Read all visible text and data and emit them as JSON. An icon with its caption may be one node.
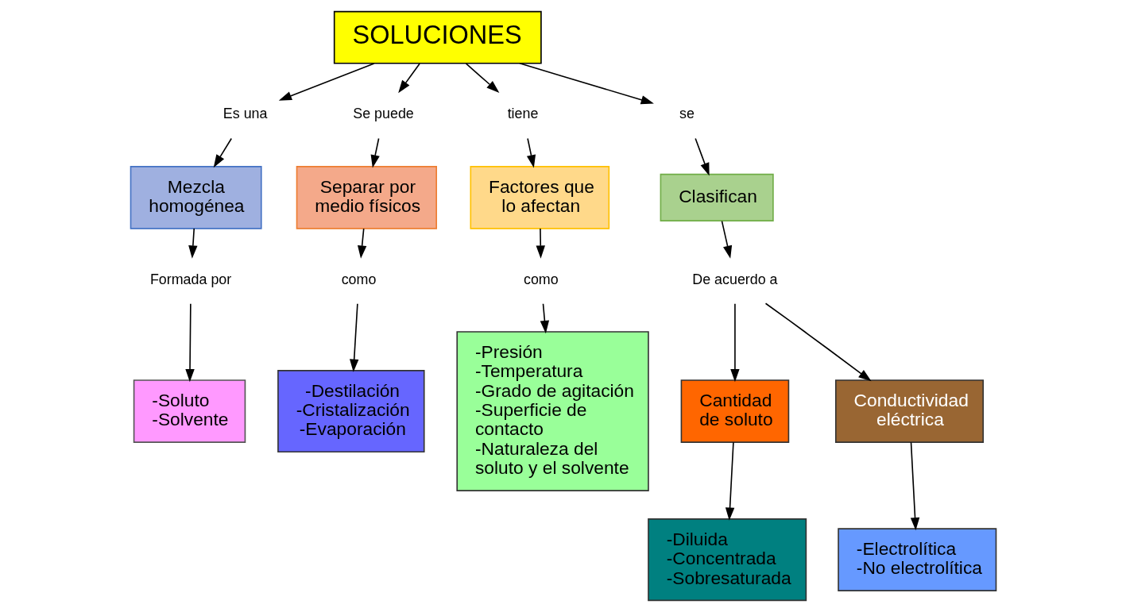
{
  "diagram": {
    "nodes": [
      {
        "text": [
          "SOLUCIONES"
        ]
      },
      {
        "text": [
          "Es una"
        ]
      },
      {
        "text": [
          "Mezcla homogénea"
        ]
      },
      {
        "text": [
          "Formada por"
        ]
      },
      {
        "text": [
          "-Soluto",
          "-Solvente"
        ]
      },
      {
        "text": [
          "Se puede"
        ]
      },
      {
        "text": [
          "Separar por medio físicos"
        ]
      },
      {
        "text": [
          "como"
        ]
      },
      {
        "text": [
          "-Destilación",
          "-Cristalización",
          "-Evaporación"
        ]
      },
      {
        "text": [
          "tiene"
        ]
      },
      {
        "text": [
          "Factores que lo afectan"
        ]
      },
      {
        "text": [
          "como"
        ]
      },
      {
        "text": [
          "-Presión",
          "-Temperatura",
          "-Grado de agitación",
          "-Superficie de contacto",
          "-Naturaleza del soluto y el solvente"
        ]
      },
      {
        "text": [
          "se"
        ]
      },
      {
        "text": [
          "Clasifican"
        ]
      },
      {
        "text": [
          "De acuerdo a"
        ]
      },
      {
        "text": [
          "Cantidad de soluto"
        ]
      },
      {
        "text": [
          "Conductividad eléctrica"
        ]
      },
      {
        "text": [
          "-Diluida",
          "-Concentrada",
          "-Sobresaturada"
        ]
      },
      {
        "text": [
          "-Electrolítica",
          "-No electrolítica"
        ]
      }
    ],
    "edges": [
      {
        "from": 0,
        "to": 1,
        "arrow": "to"
      },
      {
        "from": 0,
        "to": 5,
        "arrow": "to"
      },
      {
        "from": 0,
        "to": 9,
        "arrow": "to"
      },
      {
        "from": 0,
        "to": 13,
        "arrow": "to"
      },
      {
        "from": 1,
        "to": 2,
        "arrow": "to"
      },
      {
        "from": 2,
        "to": 3,
        "arrow": "to"
      },
      {
        "from": 3,
        "to": 4,
        "arrow": "to"
      },
      {
        "from": 5,
        "to": 6,
        "arrow": "to"
      },
      {
        "from": 6,
        "to": 7,
        "arrow": "to"
      },
      {
        "from": 7,
        "to": 8,
        "arrow": "to"
      },
      {
        "from": 9,
        "to": 10,
        "arrow": "to"
      },
      {
        "from": 10,
        "to": 11,
        "arrow": "to"
      },
      {
        "from": 11,
        "to": 12,
        "arrow": "to"
      },
      {
        "from": 13,
        "to": 14,
        "arrow": "to"
      },
      {
        "from": 14,
        "to": 15,
        "arrow": "to"
      },
      {
        "from": 15,
        "to": 16,
        "arrow": "to"
      },
      {
        "from": 15,
        "to": 17,
        "arrow": "to"
      },
      {
        "from": 16,
        "to": 18,
        "arrow": "to"
      },
      {
        "from": 17,
        "to": 19,
        "arrow": "to"
      }
    ]
  }
}
